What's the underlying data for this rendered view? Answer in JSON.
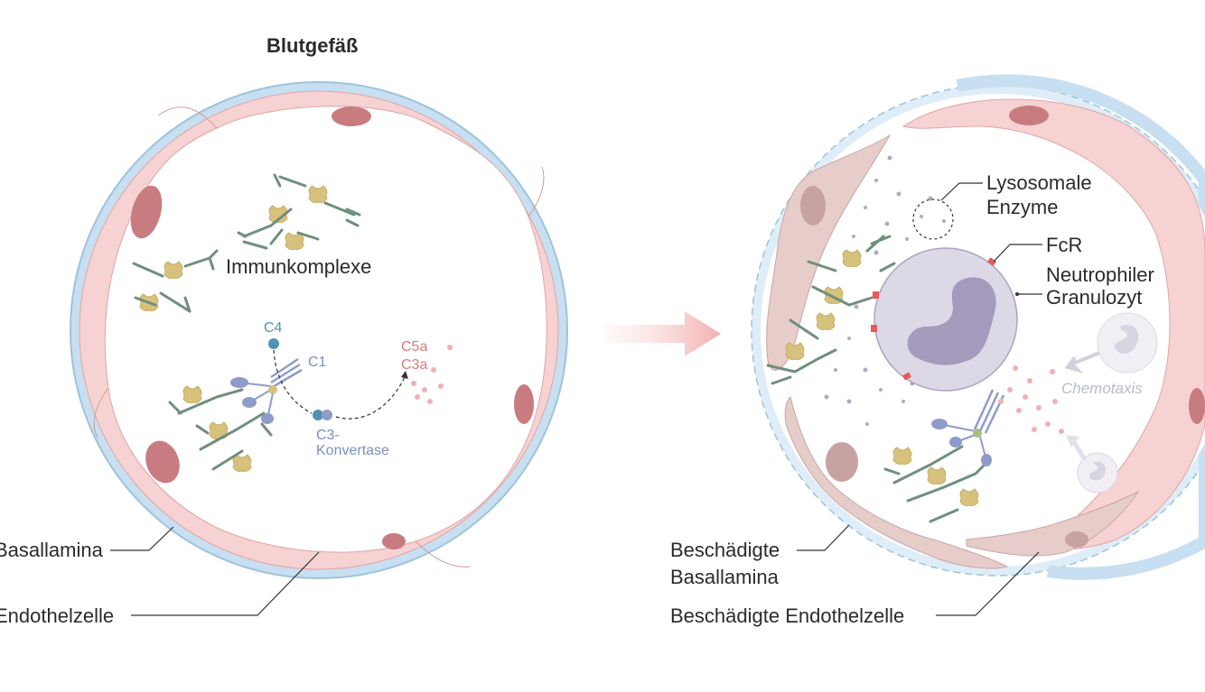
{
  "title": "Blutgefäß",
  "left_panel": {
    "immune_complexes_label": "Immunkomplexe",
    "c4_label": "C4",
    "c1_label": "C1",
    "c3_convertase_label_1": "C3-",
    "c3_convertase_label_2": "Konvertase",
    "c5a_label": "C5a",
    "c3a_label": "C3a",
    "basal_lamina_label": "Basallamina",
    "endothelial_cell_label": "Endothelzelle"
  },
  "right_panel": {
    "lysosomal_label_1": "Lysosomale",
    "lysosomal_label_2": "Enzyme",
    "fcr_label": "FcR",
    "neutrophil_label_1": "Neutrophiler",
    "neutrophil_label_2": "Granulozyt",
    "chemotaxis_label": "Chemotaxis",
    "damaged_basal_label_1": "Beschädigte",
    "damaged_basal_label_2": "Basallamina",
    "damaged_endothelial_label": "Beschädigte Endothelzelle"
  },
  "colors": {
    "basal_lamina": "#c7dff0",
    "endothelium": "#f6d2d2",
    "nucleus": "#c97c80",
    "antibody": "#6f8f7c",
    "antigen": "#d7c27d",
    "complement": "#8f9bc9",
    "neutrophil": "#dcd8e6",
    "arrow": "#f4b7b7"
  }
}
